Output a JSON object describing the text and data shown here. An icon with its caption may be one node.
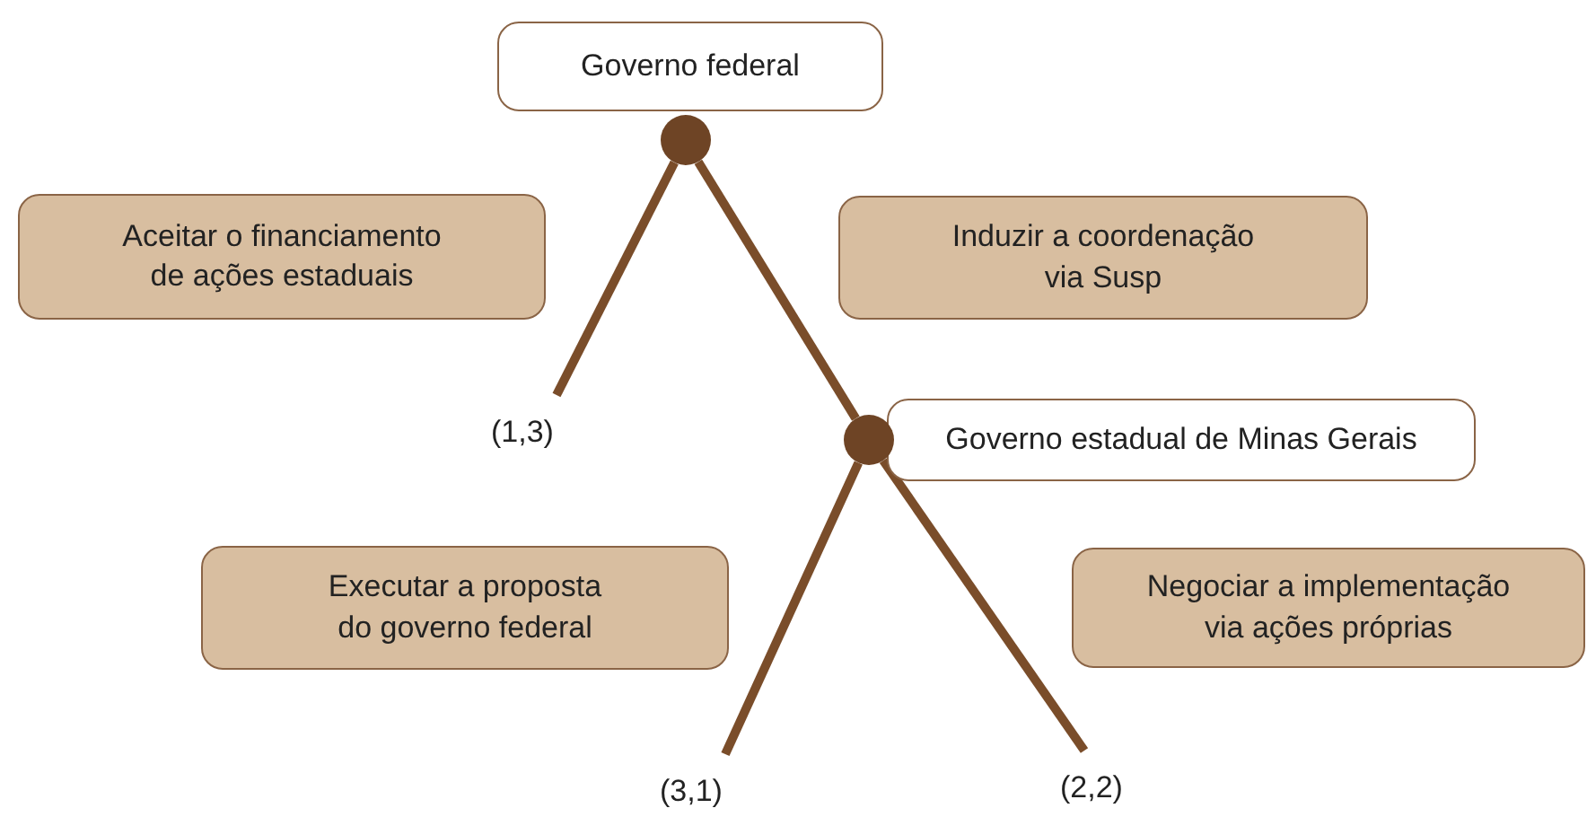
{
  "diagram": {
    "nodes": [
      {
        "text": [
          "Governo federal"
        ]
      },
      {
        "text": [],
        "shape": "circle"
      },
      {
        "text": [
          "Aceitar o financiamento de ações estaduais"
        ]
      },
      {
        "text": [
          "Induzir a coordenação via Susp"
        ]
      },
      {
        "text": [
          "(1,3)"
        ]
      },
      {
        "text": [],
        "shape": "circle"
      },
      {
        "text": [
          "Governo estadual de Minas Gerais"
        ]
      },
      {
        "text": [
          "Executar a proposta do governo federal"
        ]
      },
      {
        "text": [
          "Negociar a implementação via ações próprias"
        ]
      },
      {
        "text": [
          "(3,1)"
        ]
      },
      {
        "text": [
          "(2,2)"
        ]
      }
    ],
    "edges": [
      {
        "from": 1,
        "to": 4,
        "arrow": "none"
      },
      {
        "from": 1,
        "to": 5,
        "arrow": "none"
      },
      {
        "from": 5,
        "to": 9,
        "arrow": "none"
      },
      {
        "from": 5,
        "to": 10,
        "arrow": "none"
      }
    ]
  }
}
